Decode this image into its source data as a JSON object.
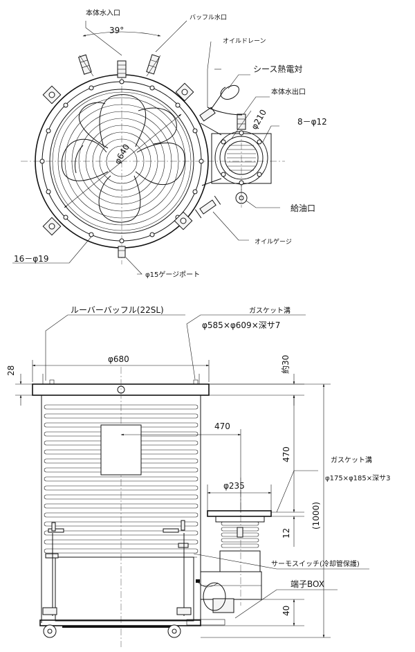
{
  "top_view": {
    "labels": {
      "body_water_inlet": "本体水入口",
      "baffle_water_outlet": "バッフル水口",
      "oil_drain": "オイルドレーン",
      "sheath_thermocouple": "シース熱電対",
      "body_water_outlet": "本体水出口",
      "angle": "39°",
      "dia_210": "φ210",
      "holes_8": "8－φ12",
      "dia_640": "φ640",
      "oil_fill": "給油口",
      "oil_gauge": "オイルゲージ",
      "holes_16": "16－φ19",
      "gauge_port": "φ15ゲージポート"
    }
  },
  "side_view": {
    "labels": {
      "louver_baffle": "ルーバーバッフル(22SL)",
      "gasket_groove_1": "ガスケット溝",
      "gasket_spec_1": "φ585×φ609×深サ7",
      "dim_28": "28",
      "dim_680": "φ680",
      "dim_approx30": "約30",
      "dim_470_h": "470",
      "dim_470_v": "470",
      "gasket_groove_2": "ガスケット溝",
      "gasket_spec_2": "φ175×φ185×深サ3",
      "dim_235": "φ235",
      "dim_1000": "(1000)",
      "dim_12": "12",
      "thermo_switch": "サーモスイッチ(冷却管保護)",
      "terminal_box": "端子BOX",
      "dim_40": "40"
    }
  }
}
